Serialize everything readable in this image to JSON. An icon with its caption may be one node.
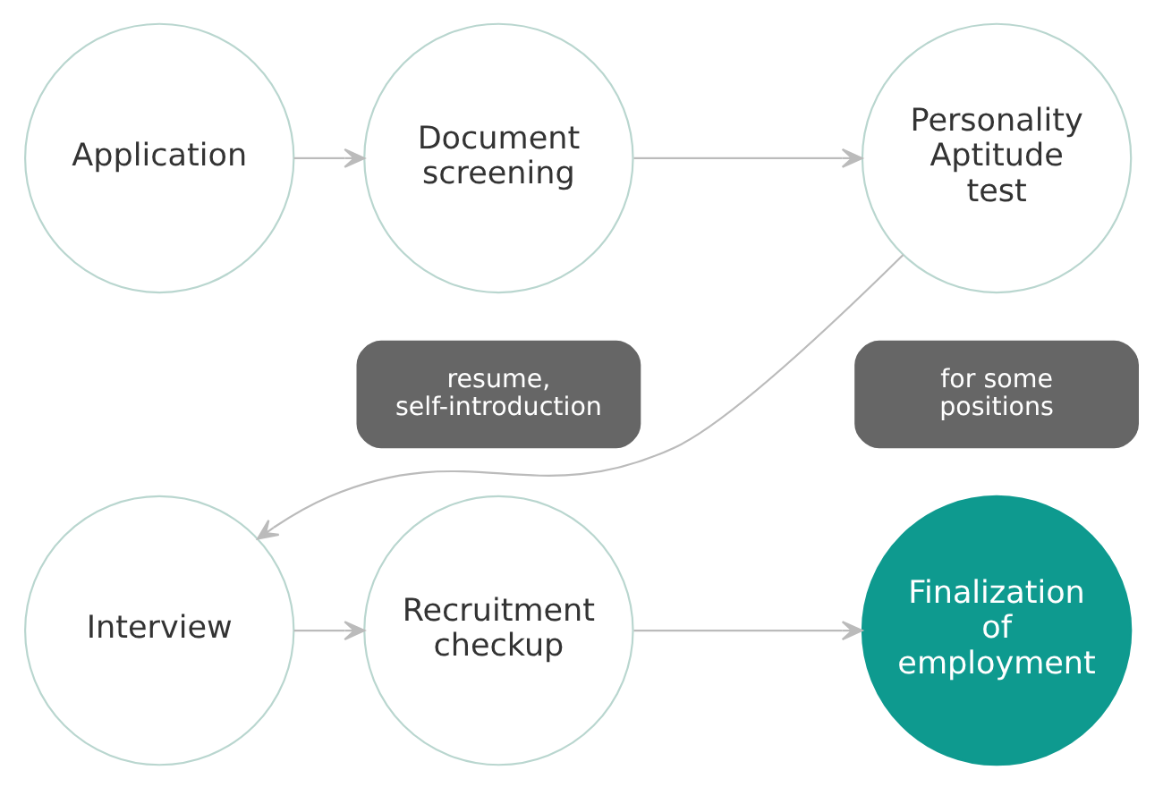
{
  "diagram": {
    "nodes": [
      {
        "text": [
          "Application"
        ]
      },
      {
        "text": [
          "Document screening"
        ]
      },
      {
        "text": [
          "Personality Aptitude test"
        ]
      },
      {
        "text": [
          "resume, self-introduction"
        ]
      },
      {
        "text": [
          "for some positions"
        ]
      },
      {
        "text": [
          "Interview"
        ]
      },
      {
        "text": [
          "Recruitment checkup"
        ]
      },
      {
        "text": [
          "Finalization",
          "of employment"
        ]
      }
    ],
    "edges": [
      {
        "from": 0,
        "to": 1,
        "arrow": "to"
      },
      {
        "from": 1,
        "to": 2,
        "arrow": "to"
      },
      {
        "from": 2,
        "to": 5,
        "arrow": "to"
      },
      {
        "from": 5,
        "to": 6,
        "arrow": "to"
      },
      {
        "from": 6,
        "to": 7,
        "arrow": "to"
      }
    ]
  }
}
